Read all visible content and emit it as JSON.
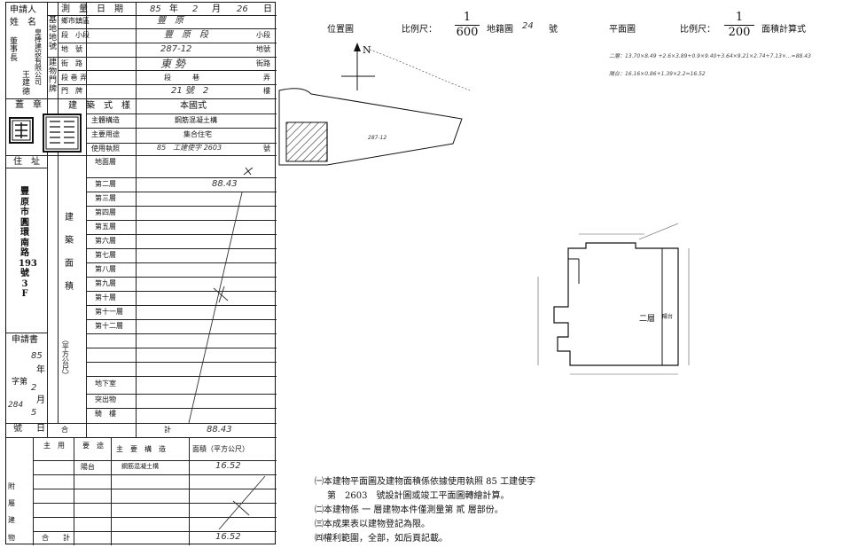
{
  "left": {
    "applicant_label": "申請人",
    "name_label": "姓　名",
    "company": [
      "皇",
      "棒",
      "建",
      "設",
      "有",
      "限",
      "公",
      "司"
    ],
    "chairman_label": "董事長",
    "chairman_name": "王建德",
    "seal_label": "蓋　章",
    "address_label": "住　址",
    "address_lines": [
      "豐",
      "原",
      "市",
      "圓",
      "環",
      "南",
      "路",
      "193",
      "號",
      "3",
      "F"
    ],
    "applicant_doc_label": "申請書",
    "applicant_doc": [
      "85",
      "年",
      "字第",
      "2",
      "月",
      "284",
      "5",
      "號",
      "日"
    ],
    "survey_date_label": "測　量　日　期",
    "survey_date": {
      "year": "85",
      "year_unit": "年",
      "month": "2",
      "month_unit": "月",
      "day": "26",
      "day_unit": "日"
    },
    "base_location_label": [
      "基",
      "地",
      "地",
      "號"
    ],
    "town_label": "鄉市鎮區",
    "town_value": "豐　原",
    "section_label": "段　小段",
    "section_value": "豐　原　段",
    "subsection_unit": "小段",
    "lot_label": "地　號",
    "lot_value": "287-12",
    "lot_unit": "地號",
    "building_label": [
      "建",
      "物",
      "門",
      "牌"
    ],
    "street_label": "街　路",
    "street_value": "東 勢",
    "street_unit": "街路",
    "lane_label": "段 巷 弄",
    "lane_value": "段　　　巷",
    "lane_unit": "弄",
    "doorno_label": "門　牌",
    "doorno_value": "21 號　2",
    "doorno_unit": "樓",
    "building_style_label": "建　築　式　樣",
    "building_style_value": "本國式",
    "main_struct_label": "主體構造",
    "main_struct_value": "鋼筋混凝土構",
    "use_label": "主要用途",
    "use_value": "集合住宅",
    "license_label": "使用執照",
    "license_value": "85　工建使字 2603",
    "license_unit": "號",
    "floors": [
      "地面層",
      "第二層",
      "第三層",
      "第四層",
      "第五層",
      "第六層",
      "第七層",
      "第八層",
      "第九層",
      "第十層",
      "第十一層",
      "第十二層"
    ],
    "floor2_area": "88.43",
    "area_vertical": [
      "建",
      "築",
      "面",
      "積"
    ],
    "unit_vertical": "（平方公尺）",
    "extras": [
      "地下室",
      "突出物",
      "騎　樓"
    ],
    "total_label": "合",
    "total_label2": "計",
    "total_value": "88.43",
    "attached_label": [
      "附",
      "屬",
      "建",
      "物"
    ],
    "attached_header": [
      "主　用",
      "要　途",
      "主　要　構　造",
      "面積（平方公尺）"
    ],
    "attached_row": {
      "use": "陽台",
      "struct": "鋼筋混凝土構",
      "area": "16.52"
    },
    "attached_total_label": "合　　計",
    "attached_total": "16.52"
  },
  "right": {
    "location_title": "位置圖",
    "scale_label": "比例尺：",
    "scale_location": {
      "num": "1",
      "den": "600"
    },
    "cadastral_label": "地籍圖",
    "cadastral_no": "24",
    "cadastral_unit": "號",
    "plan_title": "平面圖",
    "scale_plan": {
      "num": "1",
      "den": "200"
    },
    "area_calc_title": "面積計算式",
    "calc_line1": "二層：13.70×8.49 +2.6×3.89+0.9×9.40+3.64×9.21×2.74+7.13×...=88.43",
    "calc_line2": "陽台：16.16×0.86+1.39×2.2=16.52",
    "north": "N",
    "lot_mark": "287-12",
    "floor_label": "二層",
    "balcony_label": "陽台",
    "notes": [
      "㈠本建物平面圖及建物面積係依據使用執照 85 工建使字",
      "第　2603　號設計圖或竣工平面圖轉繪計算。",
      "㈡本建物係 一 層建物本件僅測量第 貳 層部份。",
      "㈢本成果表以建物登記為限。",
      "㈣權利範圍，全部，如后頁記載。"
    ]
  }
}
